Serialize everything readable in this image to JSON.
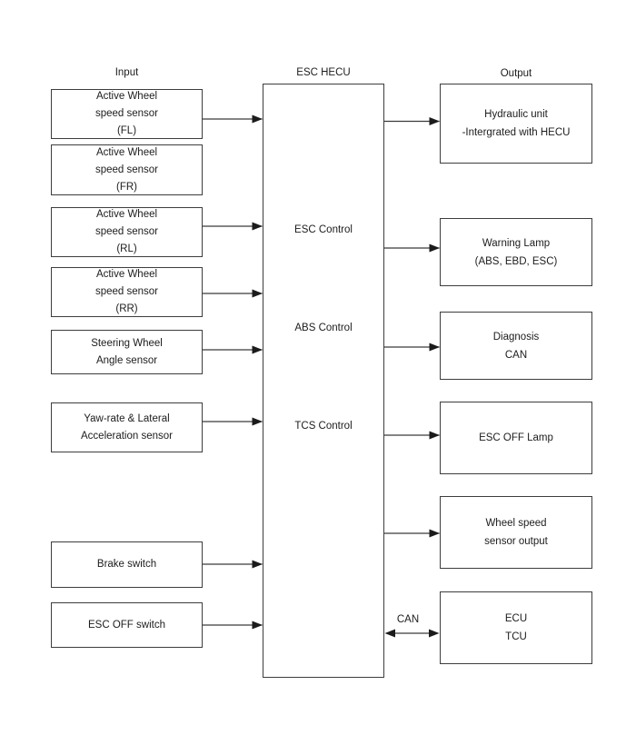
{
  "diagram": {
    "column_labels": {
      "input": "Input",
      "center": "ESC HECU",
      "output": "Output"
    },
    "inputs": [
      {
        "name": "active-wheel-speed-sensor-fl",
        "lines": [
          "Active Wheel",
          "speed sensor",
          "(FL)"
        ]
      },
      {
        "name": "active-wheel-speed-sensor-fr",
        "lines": [
          "Active Wheel",
          "speed sensor",
          "(FR)"
        ]
      },
      {
        "name": "active-wheel-speed-sensor-rl",
        "lines": [
          "Active Wheel",
          "speed sensor",
          "(RL)"
        ]
      },
      {
        "name": "active-wheel-speed-sensor-rr",
        "lines": [
          "Active Wheel",
          "speed sensor",
          "(RR)"
        ]
      },
      {
        "name": "steering-wheel-angle-sensor",
        "lines": [
          "Steering Wheel",
          "Angle sensor"
        ]
      },
      {
        "name": "yaw-rate-lateral-acceleration-sensor",
        "lines": [
          "Yaw-rate & Lateral",
          "Acceleration sensor"
        ]
      },
      {
        "name": "brake-switch",
        "lines": [
          "Brake switch"
        ]
      },
      {
        "name": "esc-off-switch",
        "lines": [
          "ESC OFF switch"
        ]
      }
    ],
    "controller": {
      "functions": [
        "ESC Control",
        "ABS Control",
        "TCS Control"
      ]
    },
    "outputs": [
      {
        "name": "hydraulic-unit",
        "lines": [
          "Hydraulic unit",
          "-Intergrated with HECU"
        ]
      },
      {
        "name": "warning-lamp",
        "lines": [
          "Warning Lamp",
          "(ABS, EBD, ESC)"
        ]
      },
      {
        "name": "diagnosis-can",
        "lines": [
          "Diagnosis",
          "CAN"
        ]
      },
      {
        "name": "esc-off-lamp",
        "lines": [
          "ESC OFF Lamp"
        ]
      },
      {
        "name": "wheel-speed-sensor-output",
        "lines": [
          "Wheel speed",
          "sensor output"
        ]
      },
      {
        "name": "ecu-tcu",
        "lines": [
          "ECU",
          "TCU"
        ]
      }
    ],
    "can_label": "CAN",
    "colors": {
      "box_border": "#3d3d3d",
      "arrow_stem": "#3a3a3a",
      "arrow_head": "#1b1b1b",
      "text": "#1c1c1c",
      "background": "#ffffff"
    }
  }
}
